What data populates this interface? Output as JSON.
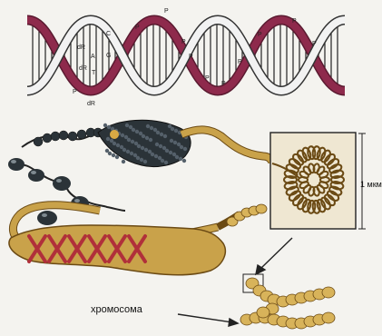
{
  "helix": {
    "sugar_labels": [
      "dR",
      "dR",
      "dR"
    ],
    "phosphate_label": "P",
    "base_labels": [
      "C",
      "G",
      "A",
      "T"
    ]
  },
  "scale": {
    "label": "1 мкм"
  },
  "chromosome": {
    "label": "хромосома"
  },
  "colors": {
    "backbone": "#8e2a4c",
    "backbone_light": "#f2f2f2",
    "fiber": "#c9a24a",
    "fiber_dark": "#6b4a14",
    "nucleosome": "#2b3338",
    "cross": "#b0303a"
  }
}
